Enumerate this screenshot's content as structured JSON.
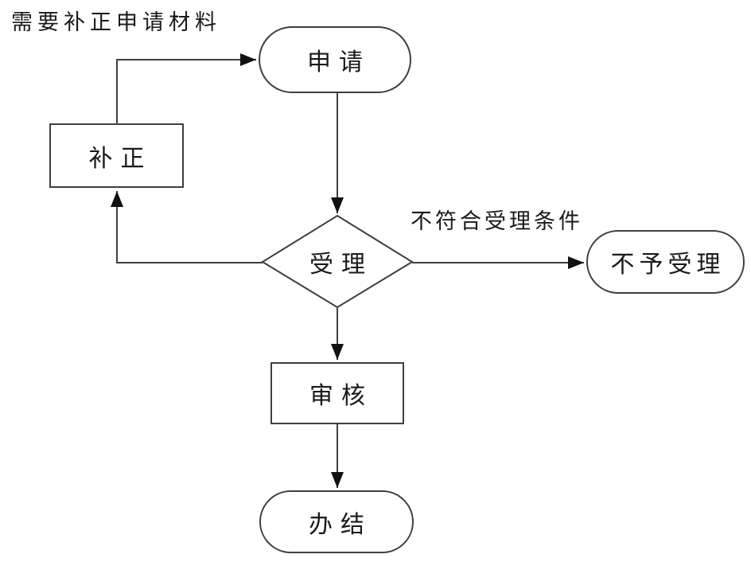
{
  "diagram": {
    "type": "flowchart",
    "background_color": "#ffffff",
    "line_color": "#3f3f3f",
    "arrow_color": "#111111",
    "node_fill_color": "#ffffff",
    "text_color": "#1a1a1a",
    "nodes": {
      "apply": {
        "label": "申请",
        "shape": "stadium"
      },
      "supplement": {
        "label": "补正",
        "shape": "rectangle"
      },
      "accept": {
        "label": "受理",
        "shape": "diamond"
      },
      "reject": {
        "label": "不予受理",
        "shape": "stadium"
      },
      "review": {
        "label": "审核",
        "shape": "rectangle"
      },
      "complete": {
        "label": "办结",
        "shape": "stadium"
      }
    },
    "edges": [
      {
        "from": "supplement",
        "to": "apply",
        "label": "需要补正申请材料"
      },
      {
        "from": "apply",
        "to": "accept",
        "label": ""
      },
      {
        "from": "accept",
        "to": "supplement",
        "label": ""
      },
      {
        "from": "accept",
        "to": "reject",
        "label": "不符合受理条件"
      },
      {
        "from": "accept",
        "to": "review",
        "label": ""
      },
      {
        "from": "review",
        "to": "complete",
        "label": ""
      }
    ],
    "labels": {
      "need_supplement": "需要补正申请材料",
      "not_eligible": "不符合受理条件"
    }
  }
}
